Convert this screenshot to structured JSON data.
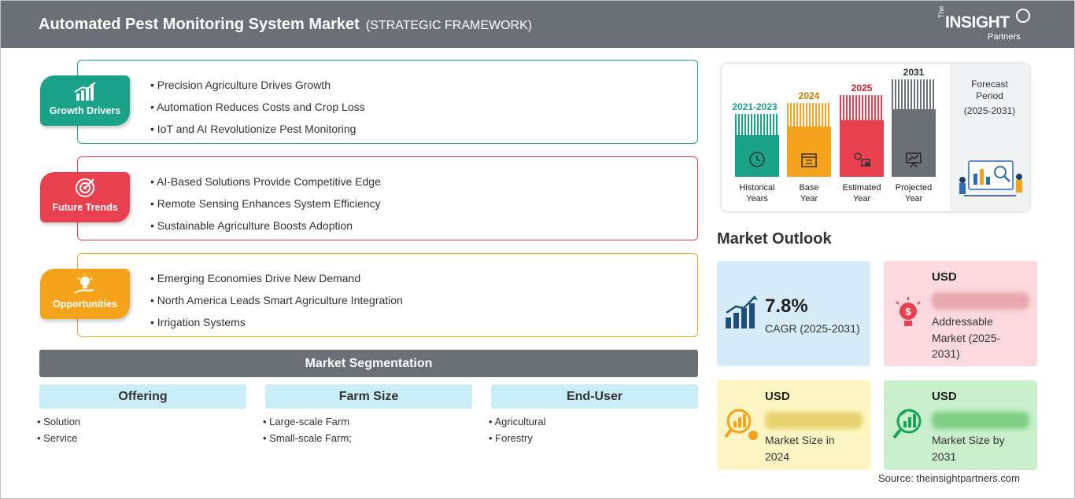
{
  "header": {
    "title": "Automated Pest Monitoring System Market",
    "subtitle": "(STRATEGIC FRAMEWORK)",
    "logo": {
      "the": "The",
      "insight": "INSIGHT",
      "partners": "Partners"
    }
  },
  "drivers": {
    "label": "Growth Drivers",
    "color": "#1aa388",
    "items": [
      "Precision Agriculture Drives Growth",
      "Automation Reduces Costs and Crop Loss",
      "IoT and AI Revolutionize Pest Monitoring"
    ]
  },
  "trends": {
    "label": "Future Trends",
    "color": "#e8404f",
    "items": [
      "AI-Based Solutions Provide Competitive Edge",
      "Remote Sensing Enhances System Efficiency",
      "Sustainable Agriculture Boosts Adoption"
    ]
  },
  "opportunities": {
    "label": "Opportunities",
    "color": "#f5a31a",
    "items": [
      "Emerging Economies Drive New Demand",
      "North America Leads Smart Agriculture Integration",
      "Irrigation Systems"
    ]
  },
  "segmentation": {
    "title": "Market Segmentation",
    "columns": [
      {
        "heading": "Offering",
        "items": [
          "Solution",
          "Service"
        ]
      },
      {
        "heading": "Farm Size",
        "items": [
          "Large-scale Farm",
          "Small-scale Farm;"
        ]
      },
      {
        "heading": "End-User",
        "items": [
          "Agricultural",
          "Forestry"
        ]
      }
    ]
  },
  "timeline": {
    "bars": [
      {
        "year": "2021-2023",
        "label1": "Historical",
        "label2": "Years",
        "color": "#1aa388",
        "icon": "clock-history-icon"
      },
      {
        "year": "2024",
        "label1": "Base",
        "label2": "Year",
        "color": "#f5a31a",
        "icon": "calendar-icon"
      },
      {
        "year": "2025",
        "label1": "Estimated",
        "label2": "Year",
        "color": "#e8404f",
        "icon": "gears-chart-icon"
      },
      {
        "year": "2031",
        "label1": "Projected",
        "label2": "Year",
        "color": "#6b7077",
        "icon": "presentation-icon"
      }
    ],
    "forecast_title_1": "Forecast",
    "forecast_title_2": "Period",
    "forecast_period": "(2025-2031)"
  },
  "outlook": {
    "title": "Market Outlook",
    "cagr": {
      "value": "7.8%",
      "label": "CAGR (2025-2031)",
      "bg": "#d6ecf8"
    },
    "addressable": {
      "currency": "USD",
      "value": "lorem ipsum",
      "label_1": "Addressable",
      "label_2": "Market (2025-",
      "label_3": "2031)",
      "bg": "#fbd9dd"
    },
    "size2024": {
      "currency": "USD",
      "value": "lorem ipsum",
      "label_1": "Market Size in",
      "label_2": "2024",
      "bg": "#fdf6c4"
    },
    "size2031": {
      "currency": "USD",
      "value": "lorem ipsum",
      "label_1": "Market Size by",
      "label_2": "2031",
      "bg": "#c9efcc"
    }
  },
  "source": "Source: theinsightpartners.com"
}
